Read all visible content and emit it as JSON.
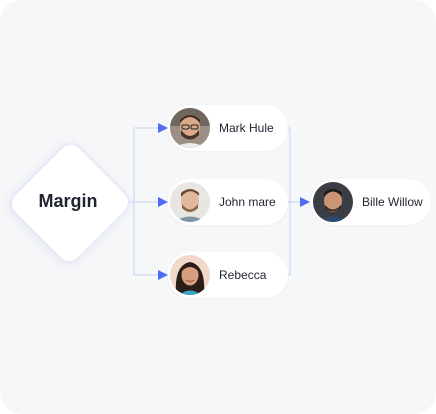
{
  "diagram": {
    "root_label": "Margin",
    "middle_nodes": [
      {
        "name": "Mark Hule"
      },
      {
        "name": "John mare"
      },
      {
        "name": "Rebecca"
      }
    ],
    "final_node": {
      "name": "Bille Willow"
    },
    "colors": {
      "arrow": "#4f6bf5",
      "line": "#c9cff8",
      "card": "#f6f7f9"
    }
  }
}
